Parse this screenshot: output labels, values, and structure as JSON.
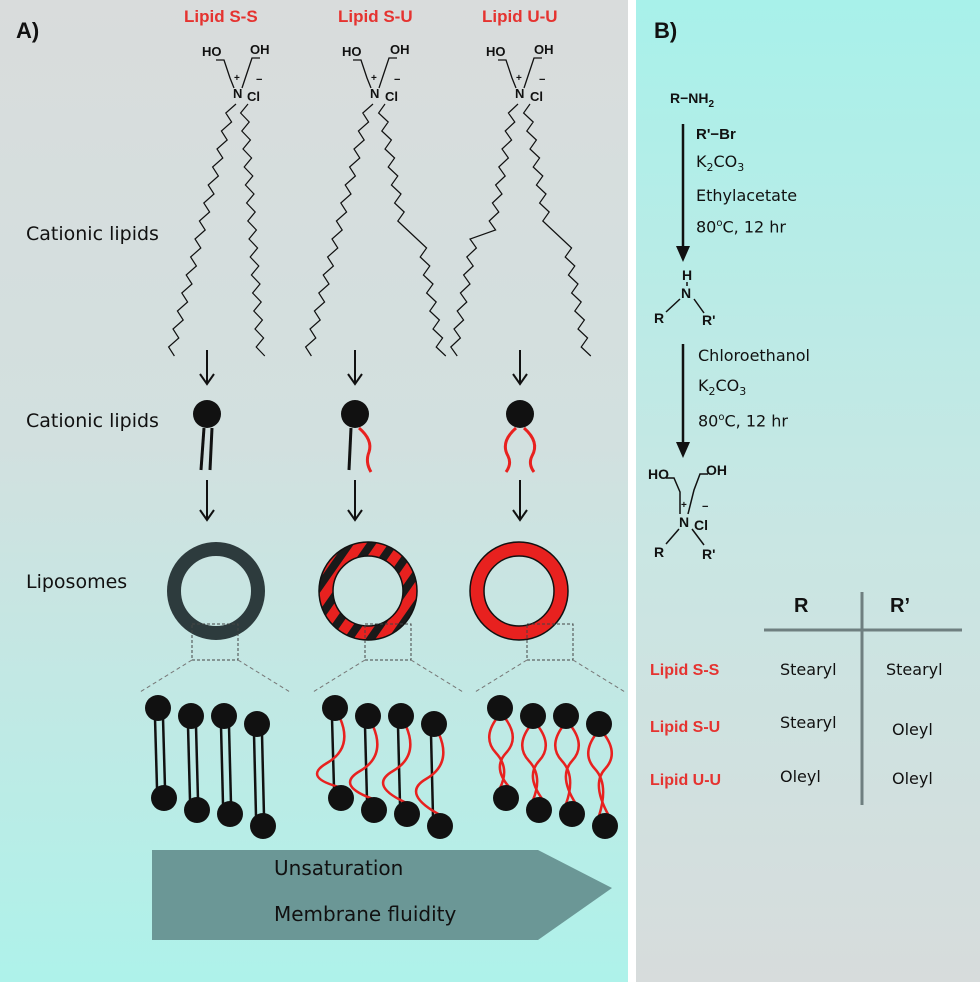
{
  "panel_a": {
    "label": "A)",
    "lipids": [
      {
        "name": "Lipid S-S"
      },
      {
        "name": "Lipid S-U"
      },
      {
        "name": "Lipid U-U"
      }
    ],
    "row_labels": {
      "structures": "Cationic lipids",
      "icons": "Cationic lipids",
      "liposomes": "Liposomes"
    },
    "headgroup": {
      "oh": "OH",
      "ho": "HO",
      "n": "N",
      "plus": "+",
      "cl": "Cl",
      "minus": "−"
    },
    "banner": {
      "line1": "Unsaturation",
      "line2": "Membrane fluidity"
    },
    "colors": {
      "saturated": "#2d3b3d",
      "unsaturated": "#e8211f",
      "banner": "#6b9796"
    }
  },
  "panel_b": {
    "label": "B)",
    "start": "R−NH",
    "start_sub": "2",
    "step1": {
      "reagent": "R'−Br",
      "base": "K",
      "base_sub": "2",
      "base_rest": "CO",
      "base_sub2": "3",
      "solvent": "Ethylacetate",
      "temp": "80",
      "temp_sup": "o",
      "temp_rest": "C, 12 hr"
    },
    "intermediate": {
      "h": "H",
      "n": "N",
      "r": "R",
      "r2": "R'"
    },
    "step2": {
      "reagent": "Chloroethanol",
      "base": "K",
      "base_sub": "2",
      "base_rest": "CO",
      "base_sub2": "3",
      "temp": "80",
      "temp_sup": "o",
      "temp_rest": "C, 12 hr"
    },
    "product": {
      "ho": "HO",
      "oh": "OH",
      "n": "N",
      "plus": "+",
      "cl": "Cl",
      "minus": "−",
      "r": "R",
      "r2": "R'"
    },
    "table": {
      "headers": [
        "R",
        "R’"
      ],
      "rows": [
        {
          "lipid": "Lipid S-S",
          "r": "Stearyl",
          "r2": "Stearyl"
        },
        {
          "lipid": "Lipid S-U",
          "r": "Stearyl",
          "r2": "Oleyl"
        },
        {
          "lipid": "Lipid U-U",
          "r": "Oleyl",
          "r2": "Oleyl"
        }
      ]
    }
  }
}
